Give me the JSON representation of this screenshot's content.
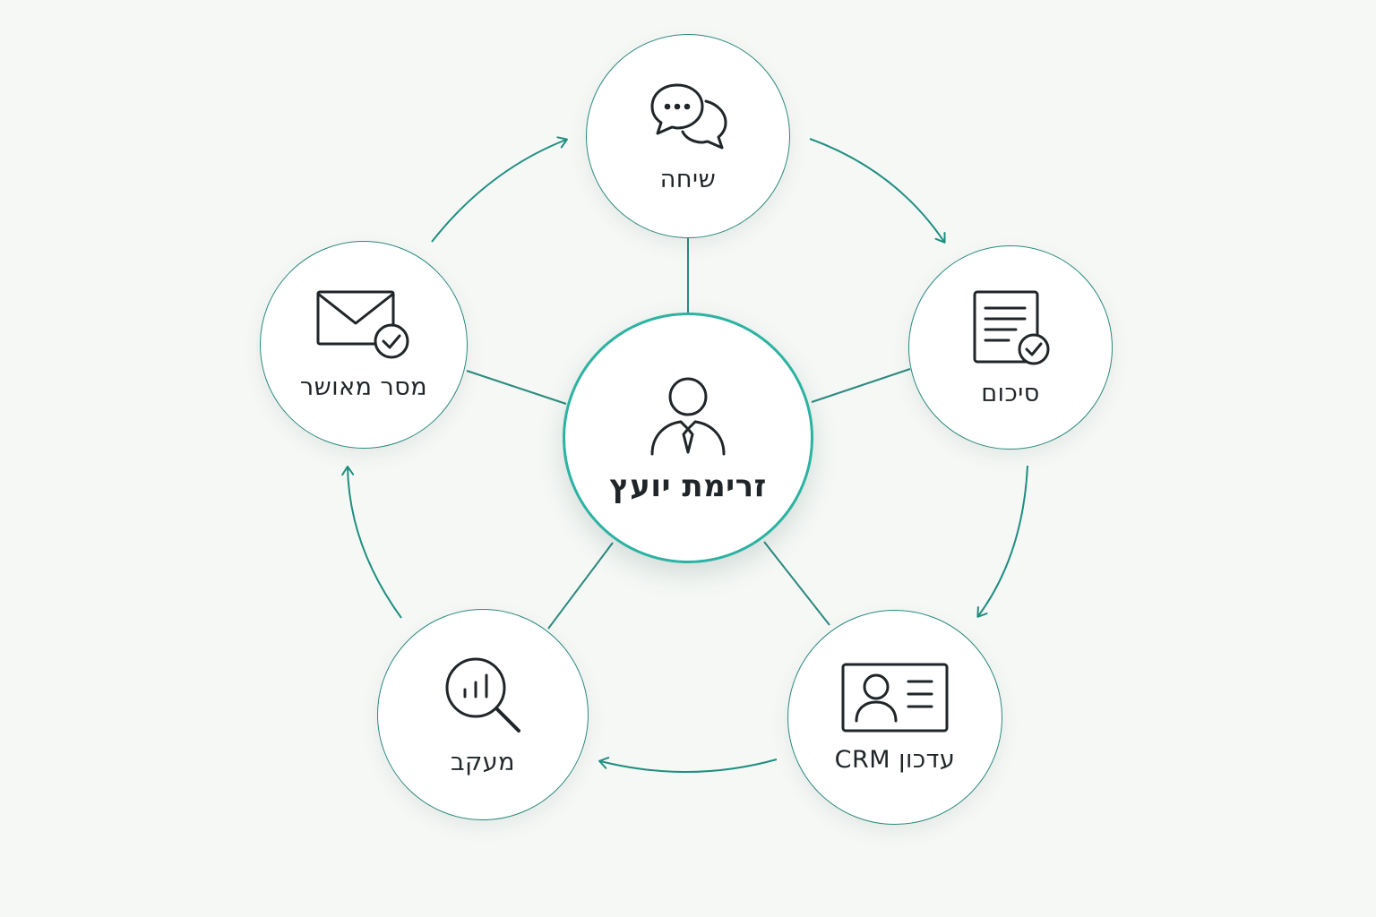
{
  "center": {
    "label": "זרימת יועץ",
    "icon": "advisor-person-tie-icon"
  },
  "steps": [
    {
      "id": "conversation",
      "label": "שיחה",
      "icon": "chat-bubbles-icon"
    },
    {
      "id": "summary",
      "label": "סיכום",
      "icon": "document-check-icon"
    },
    {
      "id": "crm",
      "label": "עדכון CRM",
      "icon": "contact-card-icon"
    },
    {
      "id": "tracking",
      "label": "מעקב",
      "icon": "analytics-search-icon"
    },
    {
      "id": "approved-message",
      "label": "מסר מאושר",
      "icon": "envelope-check-icon"
    }
  ],
  "colors": {
    "accent": "#2bb3a1",
    "line": "#2b8a7e",
    "arrow": "#1f8f80",
    "icon": "#1f2528",
    "background": "#f6f8f6"
  }
}
